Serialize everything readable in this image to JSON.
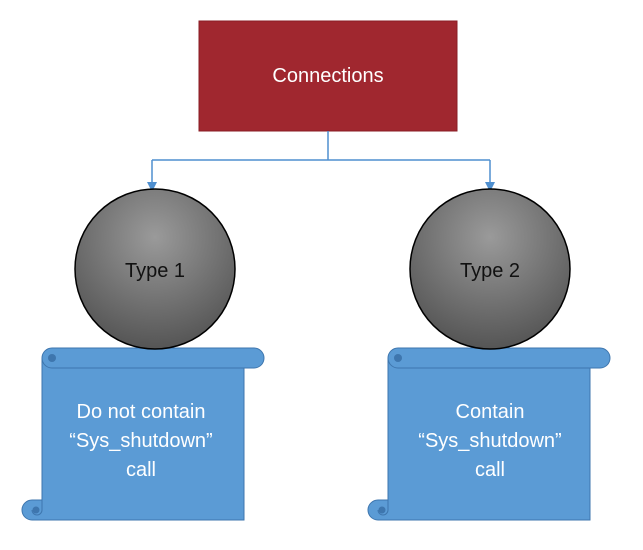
{
  "top": {
    "label": "Connections",
    "fill": "#A0272F"
  },
  "nodes": [
    {
      "label": "Type 1",
      "description": [
        "Do not contain",
        "“Sys_shutdown”",
        "call"
      ]
    },
    {
      "label": "Type 2",
      "description": [
        "Contain",
        "“Sys_shutdown”",
        "call"
      ]
    }
  ],
  "colors": {
    "connector": "#4F8FCF",
    "circle_dark": "#555555",
    "circle_light": "#9A9A9A",
    "scroll_fill": "#5B9BD5",
    "scroll_stroke": "#3E76AE",
    "text_light": "#FFFFFF",
    "text_dark": "#111111"
  }
}
